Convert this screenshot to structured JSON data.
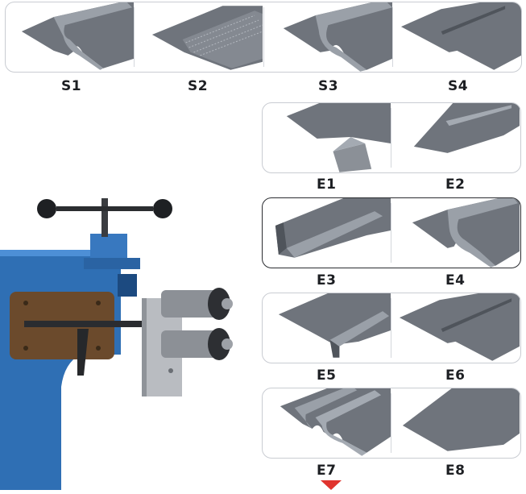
{
  "profiles": {
    "s1": "S1",
    "s2": "S2",
    "s3": "S3",
    "s4": "S4",
    "e1": "E1",
    "e2": "E2",
    "e3": "E3",
    "e4": "E4",
    "e5": "E5",
    "e6": "E6",
    "e7": "E7",
    "e8": "E8"
  },
  "colors": {
    "sheet": "#6f747c",
    "sheet_light": "#9aa0a8",
    "machine_blue": "#2f6fb4",
    "plate_brown": "#6b4a2c",
    "roller": "#8c9096",
    "accent_red": "#e0342e"
  }
}
